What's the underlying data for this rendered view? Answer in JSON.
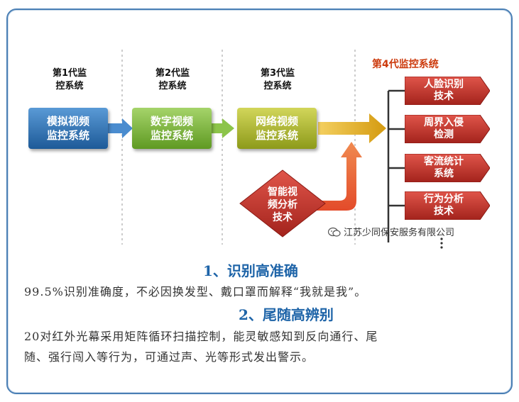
{
  "diagram": {
    "stages": [
      {
        "label_line1": "第1代监",
        "label_line2": "控系统",
        "box_line1": "模拟视频",
        "box_line2": "监控系统",
        "color": "#2a6fb0"
      },
      {
        "label_line1": "第2代监",
        "label_line2": "控系统",
        "box_line1": "数字视频",
        "box_line2": "监控系统",
        "color": "#7ab33a"
      },
      {
        "label_line1": "第3代监",
        "label_line2": "控系统",
        "box_line1": "网络视频",
        "box_line2": "监控系统",
        "color": "#a8b42c"
      }
    ],
    "gen4_title": "第4代监控系统",
    "gen4_items": [
      {
        "line1": "人脸识别",
        "line2": "技术"
      },
      {
        "line1": "周界入侵",
        "line2": "检测"
      },
      {
        "line1": "客流统计",
        "line2": "系统"
      },
      {
        "line1": "行为分析",
        "line2": "技术"
      }
    ],
    "diamond": {
      "line1": "智能视",
      "line2": "频分析",
      "line3": "技术"
    },
    "watermark": "江苏少同保安服务有限公司",
    "colors": {
      "red": "#c0392b",
      "orange": "#e8802a",
      "yellow": "#e0b020",
      "blue": "#2a6fb0"
    }
  },
  "section1": {
    "heading": "1、识别高准确",
    "text": "99.5%识别准确度，不必因换发型、戴口罩而解释“我就是我”。"
  },
  "section2": {
    "heading": "2、尾随高辨别",
    "text_line1": "20对红外光幕采用矩阵循环扫描控制，能灵敏感知到反向通行、尾",
    "text_line2": "随、强行闯入等行为，可通过声、光等形式发出警示。"
  }
}
